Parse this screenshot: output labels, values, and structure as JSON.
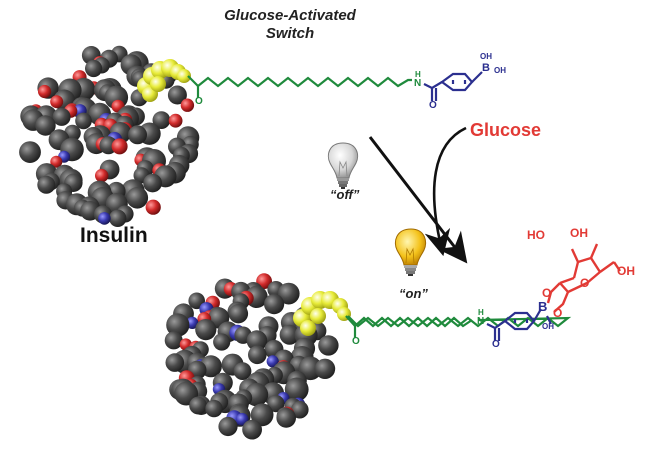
{
  "diagram": {
    "title_line1": "Glucose-Activated",
    "title_line2": "Switch",
    "protein_label": "Insulin",
    "trigger_label": "Glucose",
    "state_off_label": "“off”",
    "state_on_label": "“on”",
    "colors": {
      "linker": "#1f8a3c",
      "phenylboronic": "#2b2f8f",
      "glucose": "#e23a35",
      "lipid_spheres": "#e8ec3a",
      "carbon_spheres": "#444444",
      "oxygen_spheres": "#d22b2b",
      "nitrogen_spheres": "#3a3ab0",
      "bulb_off": "#d9d9d9",
      "bulb_on": "#f4c21a"
    },
    "atoms": {
      "carbonyl_o": "O",
      "amide_nh_h": "H",
      "amide_nh_n": "N",
      "amide_o": "O",
      "boron": "B",
      "hydroxyl_oh": "OH",
      "glucose_ho": "HO",
      "ring_o": "O"
    }
  }
}
